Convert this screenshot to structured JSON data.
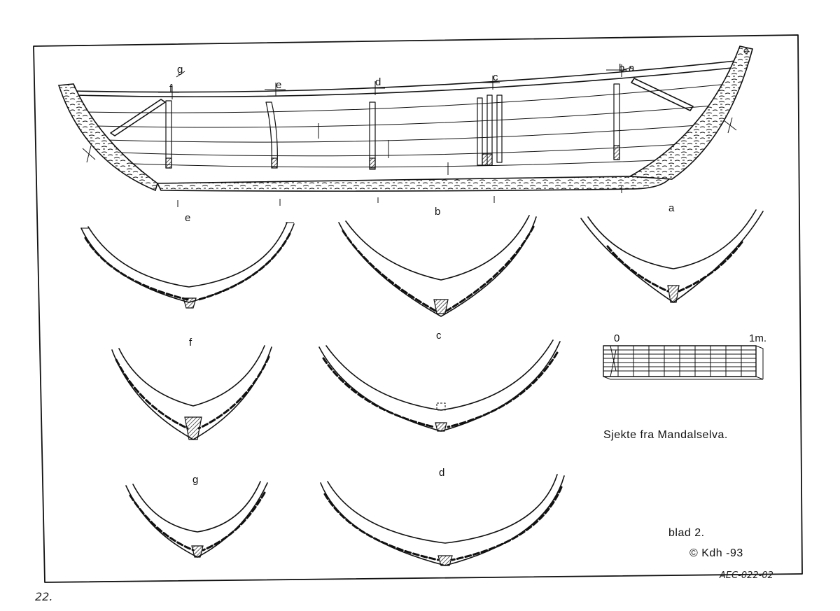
{
  "drawing": {
    "title": "Sjekte fra Mandalselva.",
    "sheet": "blad 2.",
    "copyright": "© Kdh -93",
    "reference": "AEC-022-02",
    "page_number": "22."
  },
  "station_labels_top": [
    "g",
    "f",
    "e",
    "d",
    "c",
    "b",
    "a"
  ],
  "sections": [
    {
      "label": "e"
    },
    {
      "label": "b"
    },
    {
      "label": "a"
    },
    {
      "label": "f"
    },
    {
      "label": "c"
    },
    {
      "label": "g"
    },
    {
      "label": "d"
    }
  ],
  "scale_bar": {
    "start_label": "0",
    "end_label": "1m."
  }
}
